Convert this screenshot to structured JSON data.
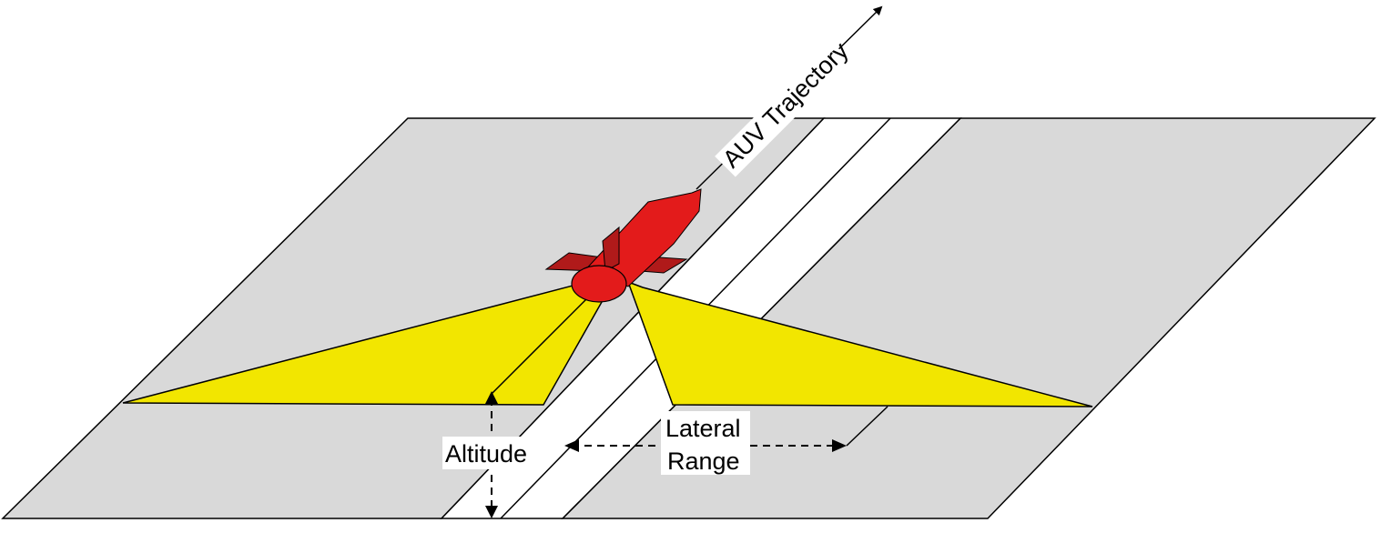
{
  "labels": {
    "trajectory": "AUV Trajectory",
    "altitude": "Altitude",
    "lateral_line1": "Lateral",
    "lateral_line2": "Range"
  },
  "colors": {
    "seafloor": "#d9d9d9",
    "gap": "#ffffff",
    "swath": "#f2e600",
    "auv_body": "#e31b1b",
    "auv_fin": "#b01a1a",
    "line": "#000000"
  }
}
